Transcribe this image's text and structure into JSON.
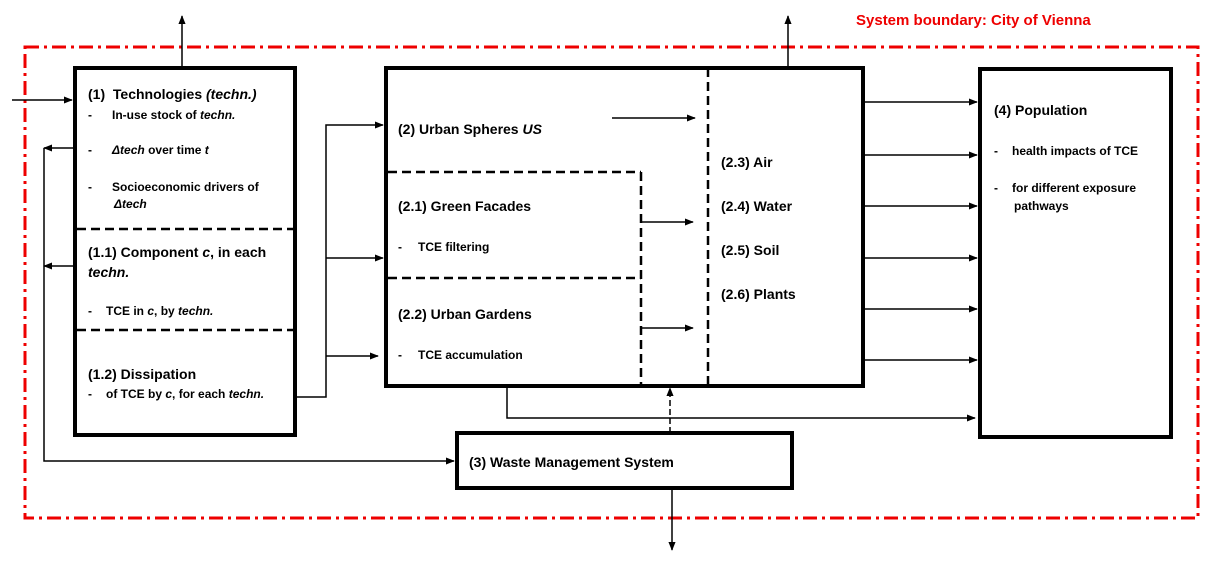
{
  "system_boundary": {
    "label": "System boundary: City of Vienna",
    "color": "#ee0000"
  },
  "box1": {
    "title_num": "(1)",
    "title": "Technologies",
    "title_abbr": "(techn.)",
    "items": [
      {
        "bullet": "-",
        "text": "In-use stock of ",
        "em": "techn."
      },
      {
        "bullet": "-",
        "em": "Δtech",
        "text": " over time ",
        "em2": "t"
      },
      {
        "bullet": "-",
        "text": "Socioeconomic drivers of",
        "em_line2": "Δtech"
      }
    ]
  },
  "box1_1": {
    "title_a": "(1.1) Component ",
    "title_em": "c",
    "title_b": ", in each",
    "title_line2": "techn.",
    "item": {
      "bullet": "-",
      "text_a": "TCE in ",
      "em_a": "c",
      "text_b": ", by ",
      "em_b": "techn."
    }
  },
  "box1_2": {
    "title": "(1.2) Dissipation",
    "item": {
      "bullet": "-",
      "text_a": "of TCE by ",
      "em_a": "c",
      "text_b": ", for each ",
      "em_b": "techn."
    }
  },
  "box2": {
    "title": "(2) Urban Spheres ",
    "title_em": "US"
  },
  "box2_1": {
    "title": "(2.1) Green Facades",
    "item_bullet": "-",
    "item": "TCE filtering"
  },
  "box2_2": {
    "title": "(2.2) Urban Gardens",
    "item_bullet": "-",
    "item": "TCE accumulation"
  },
  "media": [
    "(2.3) Air",
    "(2.4) Water",
    "(2.5) Soil",
    "(2.6) Plants"
  ],
  "box3": {
    "title": "(3) Waste Management System"
  },
  "box4": {
    "title": "(4) Population",
    "items": [
      {
        "bullet": "-",
        "text": "health impacts of TCE"
      },
      {
        "bullet": "-",
        "text": "for different exposure",
        "line2": "pathways"
      }
    ]
  }
}
